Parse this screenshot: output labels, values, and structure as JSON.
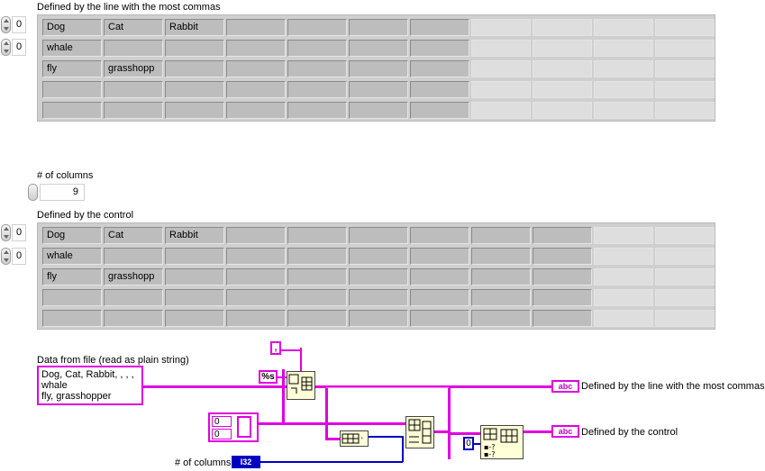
{
  "table1": {
    "label": "Defined by the line with the most commas",
    "row_index": "0",
    "col_index": "0",
    "rows": [
      [
        "Dog",
        "Cat",
        "Rabbit",
        "",
        "",
        "",
        ""
      ],
      [
        "whale",
        "",
        "",
        "",
        "",
        "",
        ""
      ],
      [
        "fly",
        "grasshopp",
        "",
        "",
        "",
        "",
        ""
      ],
      [
        "",
        "",
        "",
        "",
        "",
        "",
        ""
      ],
      [
        "",
        "",
        "",
        "",
        "",
        "",
        ""
      ]
    ]
  },
  "columns_control": {
    "label": "# of columns",
    "value": "9"
  },
  "table2": {
    "label": "Defined by the control",
    "row_index": "0",
    "col_index": "0",
    "rows": [
      [
        "Dog",
        "Cat",
        "Rabbit",
        "",
        "",
        "",
        "",
        "",
        ""
      ],
      [
        "whale",
        "",
        "",
        "",
        "",
        "",
        "",
        "",
        ""
      ],
      [
        "fly",
        "grasshopp",
        "",
        "",
        "",
        "",
        "",
        "",
        ""
      ],
      [
        "",
        "",
        "",
        "",
        "",
        "",
        "",
        "",
        ""
      ],
      [
        "",
        "",
        "",
        "",
        "",
        "",
        "",
        "",
        ""
      ]
    ]
  },
  "diagram": {
    "file_label": "Data from file (read as plain string)",
    "file_text": "Dog, Cat, Rabbit, , , ,\nwhale\nfly, grasshopper",
    "delimiter": ",",
    "format": "%s",
    "const_zero_a": "0",
    "const_zero_b": "0",
    "const_zero_c": "0",
    "abc": "abc",
    "out1_label": "Defined by the line with the most commas",
    "out2_label": "Defined by the control",
    "cols_label": "# of columns",
    "cols_type": "I32"
  },
  "colors": {
    "string_wire": "#e000e0",
    "int_wire": "#0000c0"
  }
}
